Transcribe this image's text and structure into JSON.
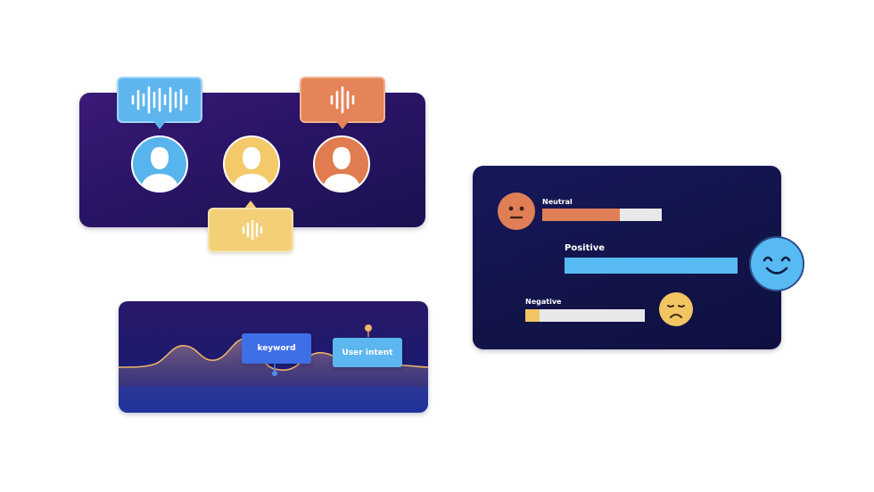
{
  "speakers_card": {
    "speakers": [
      {
        "name": "speaker-blue",
        "color": "#58b4ec"
      },
      {
        "name": "speaker-yellow",
        "color": "#f3c96a"
      },
      {
        "name": "speaker-orange",
        "color": "#e07c4f"
      }
    ],
    "bubbles": [
      {
        "name": "blue-audio-bubble",
        "color": "#5fb6ee",
        "icon": "soundwave-icon"
      },
      {
        "name": "yellow-audio-bubble",
        "color": "#f3cf77",
        "icon": "soundwave-icon"
      },
      {
        "name": "orange-audio-bubble",
        "color": "#e48458",
        "icon": "soundwave-icon"
      }
    ]
  },
  "sentiment_card": {
    "neutral": {
      "label": "Neutral",
      "value": 0.65,
      "color": "#e07f55",
      "face": "neutral-face-icon"
    },
    "positive": {
      "label": "Positive",
      "value": 1.0,
      "color": "#58baf2",
      "face": "smiling-face-icon"
    },
    "negative": {
      "label": "Negative",
      "value": 0.12,
      "color": "#f2c563",
      "face": "sad-face-icon"
    }
  },
  "wave_card": {
    "tags": [
      {
        "label": "keyword",
        "color": "#3f6fe6"
      },
      {
        "label": "User intent",
        "color": "#5cb6f0"
      }
    ],
    "accent": "#f0b36a"
  }
}
